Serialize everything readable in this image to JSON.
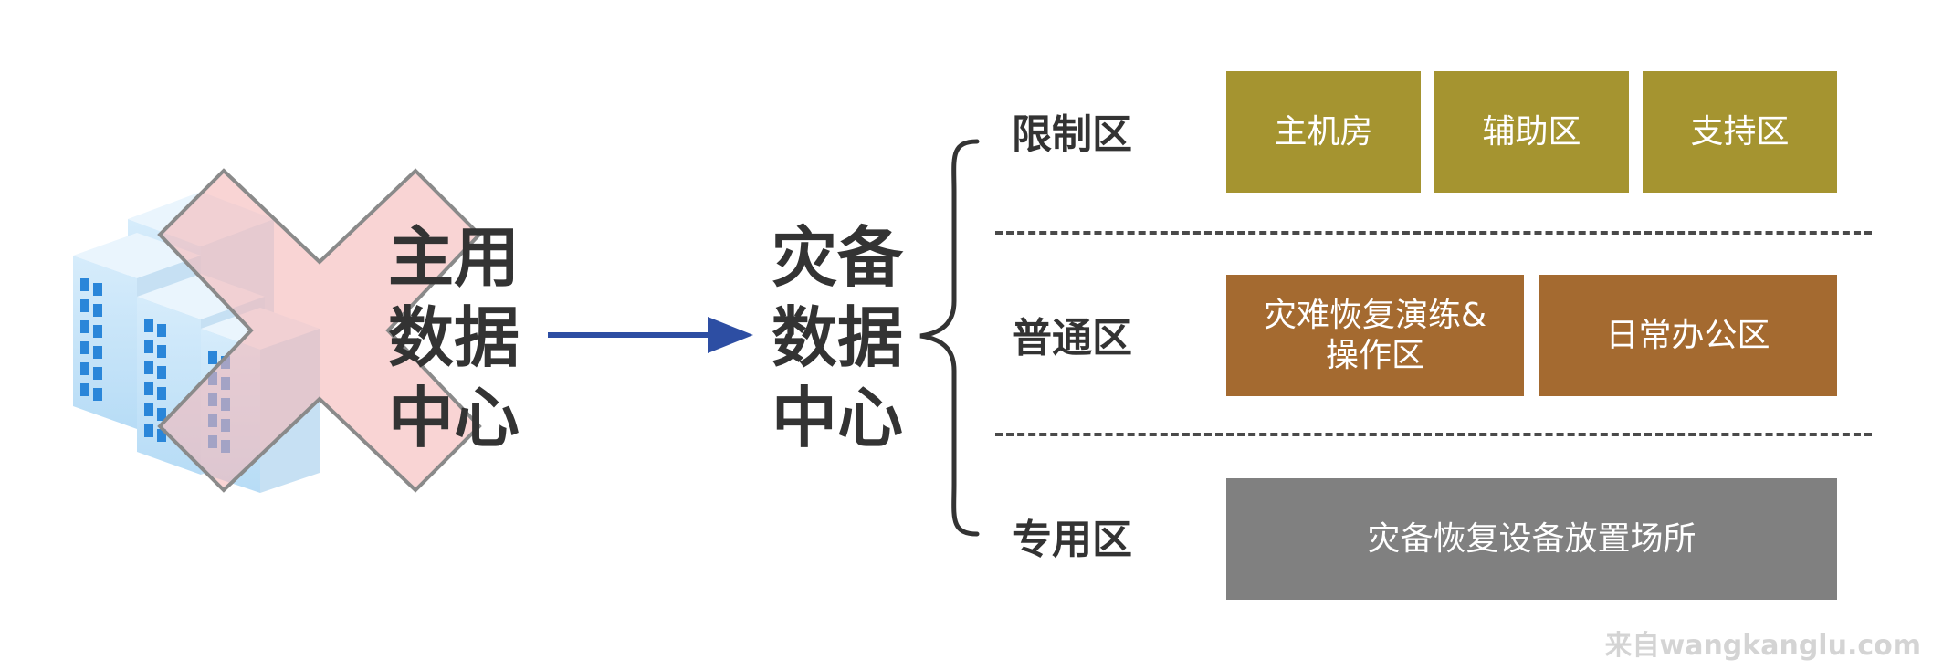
{
  "primary_dc": {
    "label_lines": [
      "主用",
      "数据",
      "中心"
    ],
    "status": "unavailable"
  },
  "backup_dc": {
    "label_lines": [
      "灾备",
      "数据",
      "中心"
    ]
  },
  "zones": [
    {
      "label": "限制区",
      "boxes": [
        {
          "lines": [
            "主机房"
          ],
          "color": "#a59430"
        },
        {
          "lines": [
            "辅助区"
          ],
          "color": "#a59430"
        },
        {
          "lines": [
            "支持区"
          ],
          "color": "#a59430"
        }
      ]
    },
    {
      "label": "普通区",
      "boxes": [
        {
          "lines": [
            "灾难恢复演练&",
            "操作区"
          ],
          "color": "#a46a30"
        },
        {
          "lines": [
            "日常办公区"
          ],
          "color": "#a46a30"
        }
      ]
    },
    {
      "label": "专用区",
      "boxes": [
        {
          "lines": [
            "灾备恢复设备放置场所"
          ],
          "color": "#808080"
        }
      ]
    }
  ],
  "colors": {
    "arrow": "#2d4ea3",
    "text": "#333333",
    "divider": "#4a4a4a"
  },
  "icons": [
    "server-rack-icon",
    "cross-icon",
    "arrow-right-icon",
    "curly-brace-icon"
  ],
  "watermark": "来自wangkanglu.com"
}
